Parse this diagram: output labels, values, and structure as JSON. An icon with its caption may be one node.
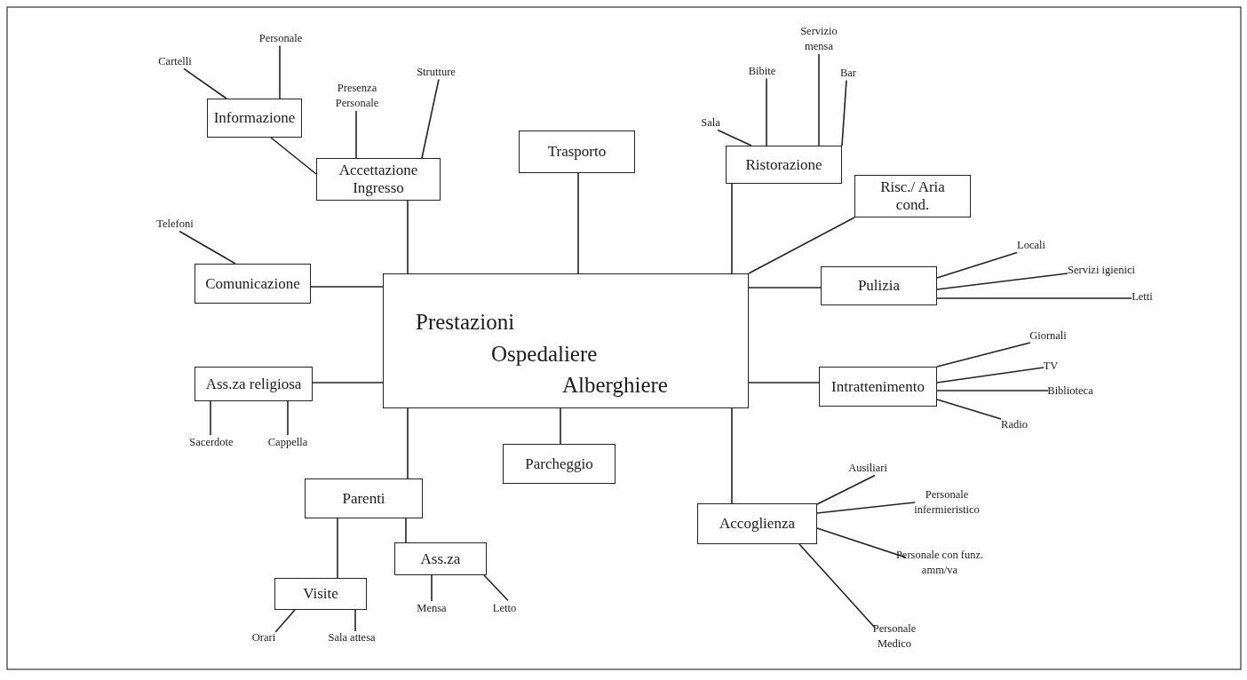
{
  "diagram": {
    "nodes": [
      {
        "text": [
          "Cartelli"
        ]
      },
      {
        "text": [
          "Personale"
        ]
      },
      {
        "text": [
          "Informazione"
        ]
      },
      {
        "text": [
          "Presenza Personale"
        ]
      },
      {
        "text": [
          "Strutture"
        ]
      },
      {
        "text": [
          "Accettazione Ingresso"
        ]
      },
      {
        "text": [
          "Trasporto"
        ]
      },
      {
        "text": [
          "Sala"
        ]
      },
      {
        "text": [
          "Bibite"
        ]
      },
      {
        "text": [
          "Servizio mensa"
        ]
      },
      {
        "text": [
          "Bar"
        ]
      },
      {
        "text": [
          "Ristorazione"
        ]
      },
      {
        "text": [
          "Risc./ Aria cond."
        ]
      },
      {
        "text": [
          "Telefoni"
        ]
      },
      {
        "text": [
          "Comunicazione"
        ]
      },
      {
        "text": [
          "Prestazioni",
          "Ospedaliere",
          "Alberghiere"
        ]
      },
      {
        "text": [
          "Pulizia"
        ]
      },
      {
        "text": [
          "Locali"
        ]
      },
      {
        "text": [
          "Servizi igienici"
        ]
      },
      {
        "text": [
          "Letti"
        ]
      },
      {
        "text": [
          "Ass.za religiosa"
        ]
      },
      {
        "text": [
          "Intrattenimento"
        ]
      },
      {
        "text": [
          "Giornali"
        ]
      },
      {
        "text": [
          "TV"
        ]
      },
      {
        "text": [
          "Biblioteca"
        ]
      },
      {
        "text": [
          "Radio"
        ]
      },
      {
        "text": [
          "Sacerdote"
        ]
      },
      {
        "text": [
          "Cappella"
        ]
      },
      {
        "text": [
          "Parcheggio"
        ]
      },
      {
        "text": [
          "Parenti"
        ]
      },
      {
        "text": [
          "Accoglienza"
        ]
      },
      {
        "text": [
          "Ausiliari"
        ]
      },
      {
        "text": [
          "Personale infermieristico"
        ]
      },
      {
        "text": [
          "Ass.za"
        ]
      },
      {
        "text": [
          "Visite"
        ]
      },
      {
        "text": [
          "Personale con funz. amm/va"
        ]
      },
      {
        "text": [
          "Mensa"
        ]
      },
      {
        "text": [
          "Letto"
        ]
      },
      {
        "text": [
          "Personale Medico"
        ]
      },
      {
        "text": [
          "Orari"
        ]
      },
      {
        "text": [
          "Sala attesa"
        ]
      }
    ],
    "edges": [
      {
        "from": 2,
        "to": 0,
        "arrow": "none"
      },
      {
        "from": 2,
        "to": 1,
        "arrow": "none"
      },
      {
        "from": 5,
        "to": 2,
        "arrow": "none"
      },
      {
        "from": 5,
        "to": 3,
        "arrow": "none"
      },
      {
        "from": 5,
        "to": 4,
        "arrow": "none"
      },
      {
        "from": 15,
        "to": 5,
        "arrow": "none"
      },
      {
        "from": 15,
        "to": 6,
        "arrow": "none"
      },
      {
        "from": 11,
        "to": 7,
        "arrow": "none"
      },
      {
        "from": 11,
        "to": 8,
        "arrow": "none"
      },
      {
        "from": 11,
        "to": 9,
        "arrow": "none"
      },
      {
        "from": 11,
        "to": 10,
        "arrow": "none"
      },
      {
        "from": 15,
        "to": 11,
        "arrow": "none"
      },
      {
        "from": 15,
        "to": 12,
        "arrow": "none"
      },
      {
        "from": 14,
        "to": 13,
        "arrow": "none"
      },
      {
        "from": 15,
        "to": 14,
        "arrow": "none"
      },
      {
        "from": 15,
        "to": 16,
        "arrow": "none"
      },
      {
        "from": 16,
        "to": 17,
        "arrow": "none"
      },
      {
        "from": 16,
        "to": 18,
        "arrow": "none"
      },
      {
        "from": 16,
        "to": 19,
        "arrow": "none"
      },
      {
        "from": 15,
        "to": 20,
        "arrow": "none"
      },
      {
        "from": 20,
        "to": 26,
        "arrow": "none"
      },
      {
        "from": 20,
        "to": 27,
        "arrow": "none"
      },
      {
        "from": 15,
        "to": 21,
        "arrow": "none"
      },
      {
        "from": 21,
        "to": 22,
        "arrow": "none"
      },
      {
        "from": 21,
        "to": 23,
        "arrow": "none"
      },
      {
        "from": 21,
        "to": 24,
        "arrow": "none"
      },
      {
        "from": 21,
        "to": 25,
        "arrow": "none"
      },
      {
        "from": 15,
        "to": 28,
        "arrow": "none"
      },
      {
        "from": 15,
        "to": 29,
        "arrow": "none"
      },
      {
        "from": 29,
        "to": 33,
        "arrow": "none"
      },
      {
        "from": 29,
        "to": 34,
        "arrow": "none"
      },
      {
        "from": 33,
        "to": 36,
        "arrow": "none"
      },
      {
        "from": 33,
        "to": 37,
        "arrow": "none"
      },
      {
        "from": 34,
        "to": 39,
        "arrow": "none"
      },
      {
        "from": 34,
        "to": 40,
        "arrow": "none"
      },
      {
        "from": 15,
        "to": 30,
        "arrow": "none"
      },
      {
        "from": 30,
        "to": 31,
        "arrow": "none"
      },
      {
        "from": 30,
        "to": 32,
        "arrow": "none"
      },
      {
        "from": 30,
        "to": 35,
        "arrow": "none"
      },
      {
        "from": 30,
        "to": 38,
        "arrow": "none"
      }
    ]
  }
}
